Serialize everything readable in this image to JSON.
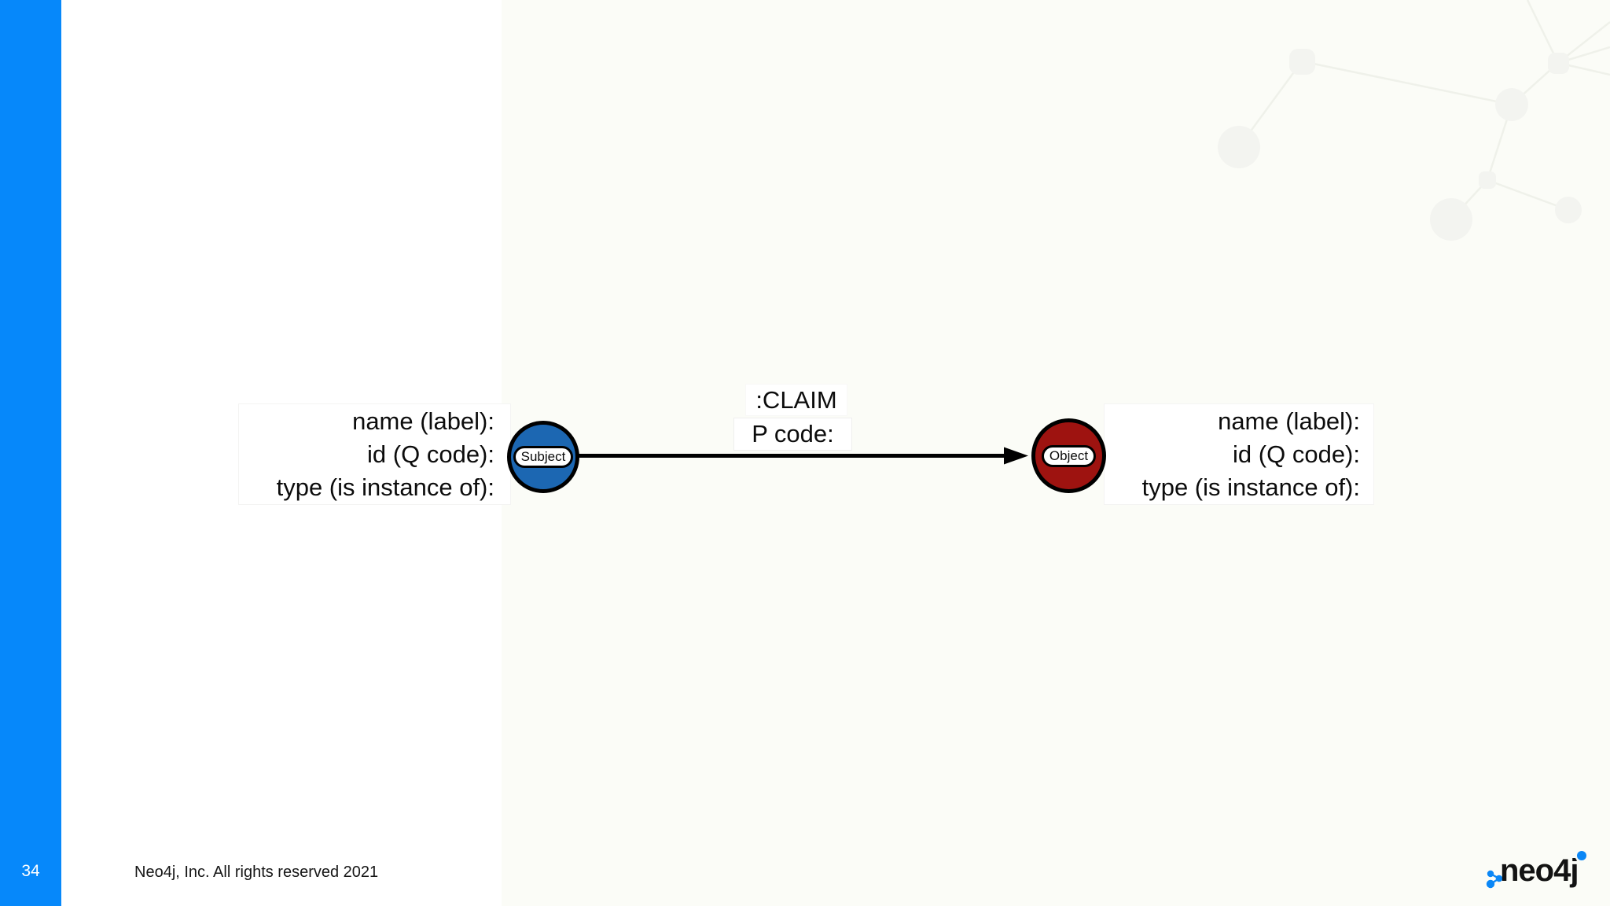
{
  "page": {
    "number": "34",
    "footer": "Neo4j, Inc. All rights reserved 2021"
  },
  "logo": {
    "text": "neo4j"
  },
  "colors": {
    "slide_bg": "#fbfcf7",
    "panel_bg": "#ffffff",
    "sidebar": "#0688fa",
    "subject_node": "#1c67b2",
    "object_node": "#9e1310",
    "logo_blue": "#0b87f6"
  },
  "diagram": {
    "subject": {
      "label": "Subject",
      "properties": [
        "name (label):",
        "id (Q code):",
        "type (is instance of):"
      ]
    },
    "object": {
      "label": "Object",
      "properties": [
        "name (label):",
        "id (Q code):",
        "type (is instance of):"
      ]
    },
    "relationship": {
      "type": ":CLAIM",
      "property": "P code:"
    }
  }
}
